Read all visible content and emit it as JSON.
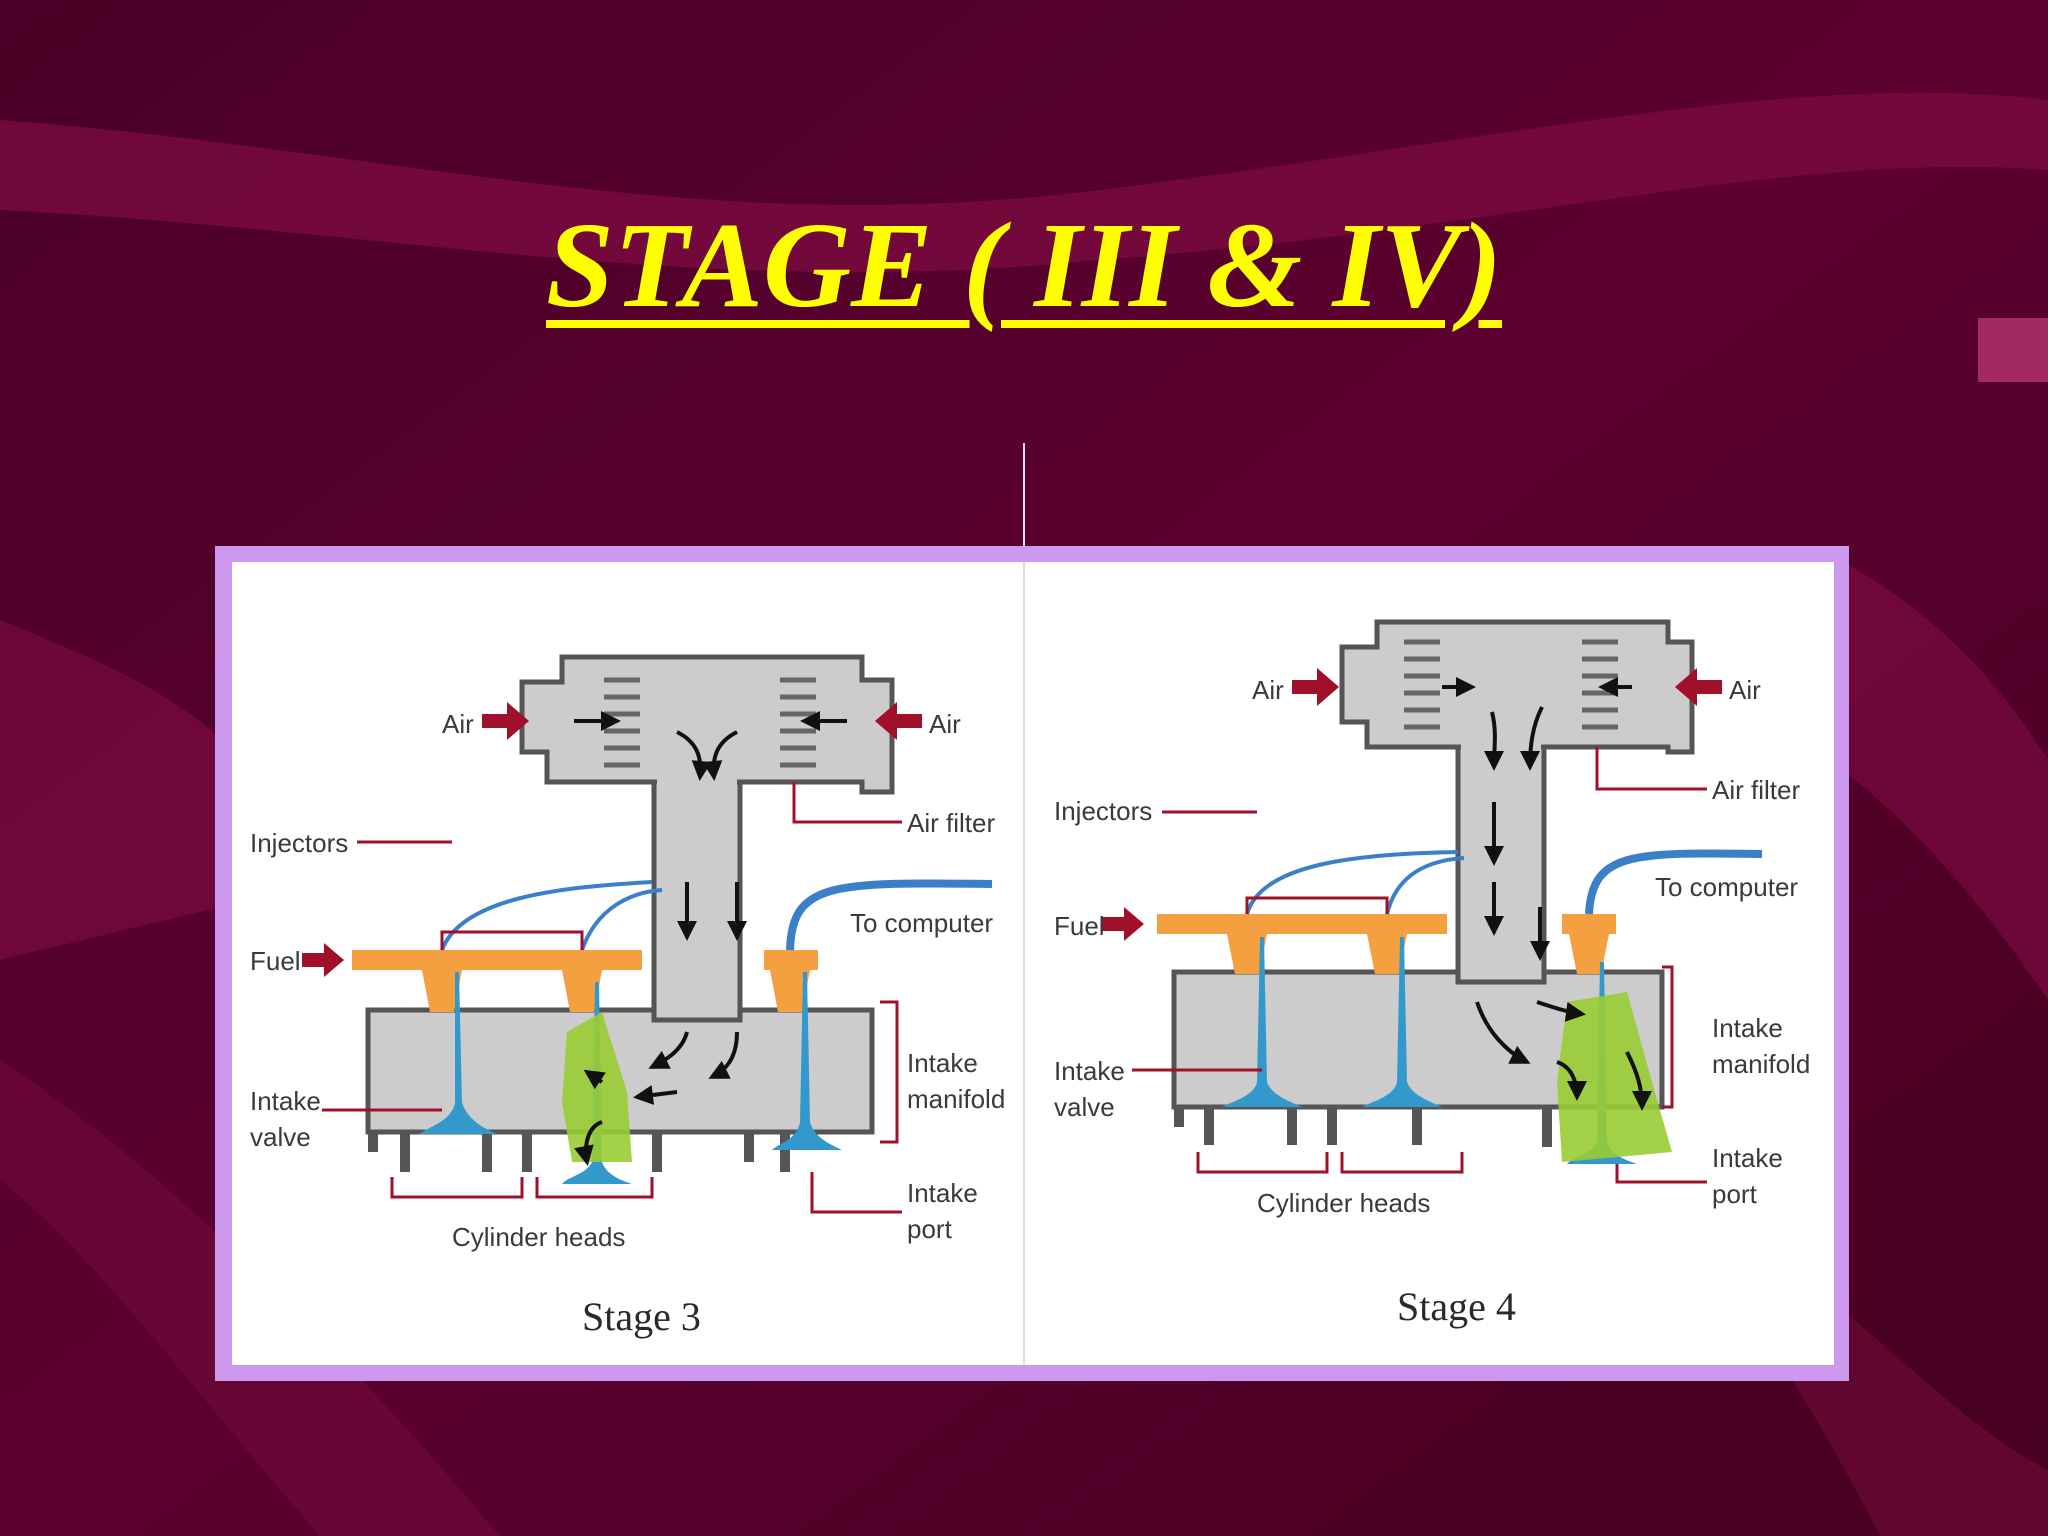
{
  "slide": {
    "title": "STAGE ( III & IV)"
  },
  "colors": {
    "background": "#5a002e",
    "title": "#ffff00",
    "frame": "#cc99ee",
    "manifold": "#cccccc",
    "fuel_rail": "#f5a040",
    "injector_wire": "#3a7fc8",
    "valve": "#3399cc",
    "fuel_mixture": "#99cc33",
    "air_arrow": "#a0102a"
  },
  "diagram": {
    "stage3": {
      "caption": "Stage 3",
      "labels": {
        "air_left": "Air",
        "air_right": "Air",
        "air_filter": "Air filter",
        "injectors": "Injectors",
        "to_computer": "To computer",
        "fuel": "Fuel",
        "intake_manifold_1": "Intake",
        "intake_manifold_2": "manifold",
        "intake_valve_1": "Intake",
        "intake_valve_2": "valve",
        "intake_port_1": "Intake",
        "intake_port_2": "port",
        "cylinder_heads": "Cylinder heads"
      }
    },
    "stage4": {
      "caption": "Stage 4",
      "labels": {
        "air_left": "Air",
        "air_right": "Air",
        "air_filter": "Air filter",
        "injectors": "Injectors",
        "to_computer": "To computer",
        "fuel": "Fuel",
        "intake_manifold_1": "Intake",
        "intake_manifold_2": "manifold",
        "intake_valve_1": "Intake",
        "intake_valve_2": "valve",
        "intake_port_1": "Intake",
        "intake_port_2": "port",
        "cylinder_heads": "Cylinder heads"
      }
    }
  }
}
